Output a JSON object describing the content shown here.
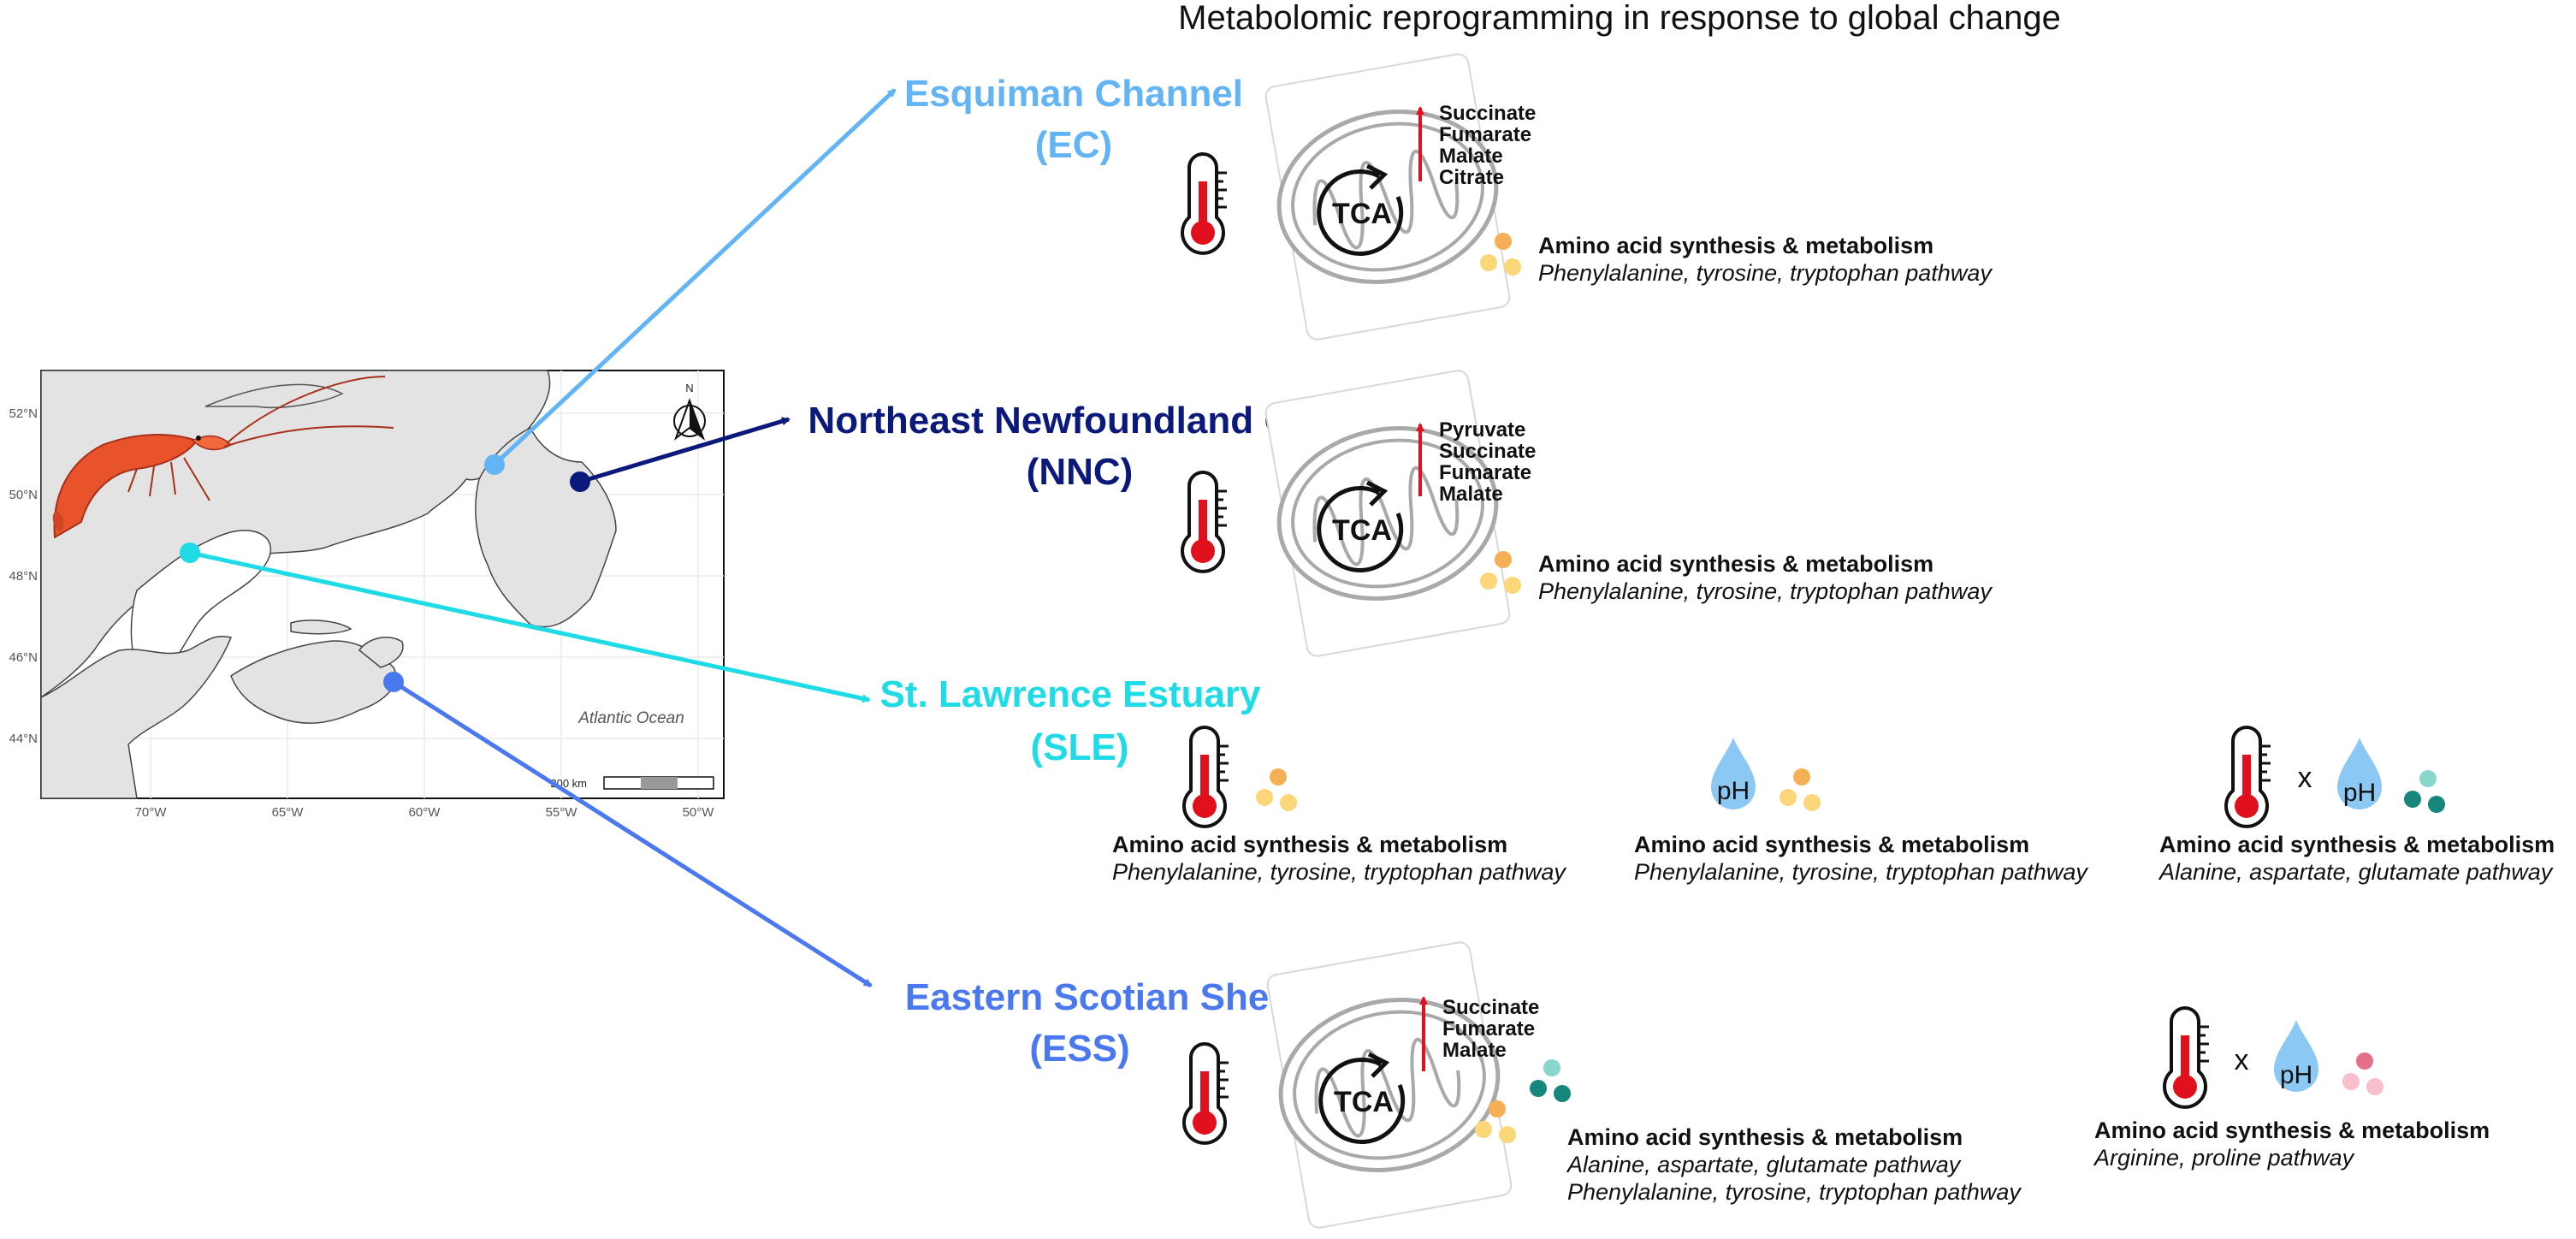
{
  "title": "Metabolomic reprogramming in response to global change",
  "colors": {
    "ec": "#62b4f5",
    "nnc": "#0b1a7a",
    "sle": "#1fdbe6",
    "ess": "#4a78ee",
    "red": "#e0101c",
    "drop": "#8cc8f4",
    "orange_dot": "#f5b056",
    "yellow_dot": "#fbd77a",
    "teal_dot": "#16877a",
    "lightteal_dot": "#88d6cc",
    "pink_dot": "#e46f86",
    "lightpink_dot": "#f7c0cc"
  },
  "map": {
    "lat_ticks": [
      "52°N",
      "50°N",
      "48°N",
      "46°N",
      "44°N"
    ],
    "lon_ticks": [
      "70°W",
      "65°W",
      "60°W",
      "55°W",
      "50°W"
    ],
    "ocean_label": "Atlantic Ocean",
    "scale_label": "200 km",
    "north_label": "N"
  },
  "regions": [
    {
      "id": "ec",
      "name": "Esquiman Channel",
      "abbr": "(EC)",
      "tca_metabolites": [
        "Succinate",
        "Fumarate",
        "Malate",
        "Citrate"
      ],
      "tca_label": "TCA",
      "panels": [
        {
          "aa_title": "Amino acid synthesis & metabolism",
          "aa_paths": [
            "Phenylalanine, tyrosine, tryptophan pathway"
          ]
        }
      ]
    },
    {
      "id": "nnc",
      "name": "Northeast Newfoundland Coast",
      "abbr": "(NNC)",
      "tca_metabolites": [
        "Pyruvate",
        "Succinate",
        "Fumarate",
        "Malate"
      ],
      "tca_label": "TCA",
      "panels": [
        {
          "aa_title": "Amino acid synthesis & metabolism",
          "aa_paths": [
            "Phenylalanine, tyrosine, tryptophan pathway"
          ]
        }
      ]
    },
    {
      "id": "sle",
      "name": "St. Lawrence Estuary",
      "abbr": "(SLE)",
      "panels": [
        {
          "aa_title": "Amino acid synthesis & metabolism",
          "aa_paths": [
            "Phenylalanine, tyrosine, tryptophan pathway"
          ]
        },
        {
          "ph_label": "pH",
          "aa_title": "Amino acid synthesis & metabolism",
          "aa_paths": [
            "Phenylalanine, tyrosine, tryptophan pathway"
          ]
        },
        {
          "x_label": "x",
          "ph_label": "pH",
          "aa_title": "Amino acid synthesis & metabolism",
          "aa_paths": [
            "Alanine, aspartate, glutamate pathway"
          ]
        }
      ]
    },
    {
      "id": "ess",
      "name": "Eastern Scotian Shelf",
      "abbr": "(ESS)",
      "tca_metabolites": [
        "Succinate",
        "Fumarate",
        "Malate"
      ],
      "tca_label": "TCA",
      "panels": [
        {
          "aa_title": "Amino acid synthesis & metabolism",
          "aa_paths": [
            "Alanine, aspartate, glutamate pathway",
            "Phenylalanine, tyrosine, tryptophan pathway"
          ]
        },
        {
          "x_label": "x",
          "ph_label": "pH",
          "aa_title": "Amino acid synthesis & metabolism",
          "aa_paths": [
            "Arginine, proline pathway"
          ]
        }
      ]
    }
  ]
}
